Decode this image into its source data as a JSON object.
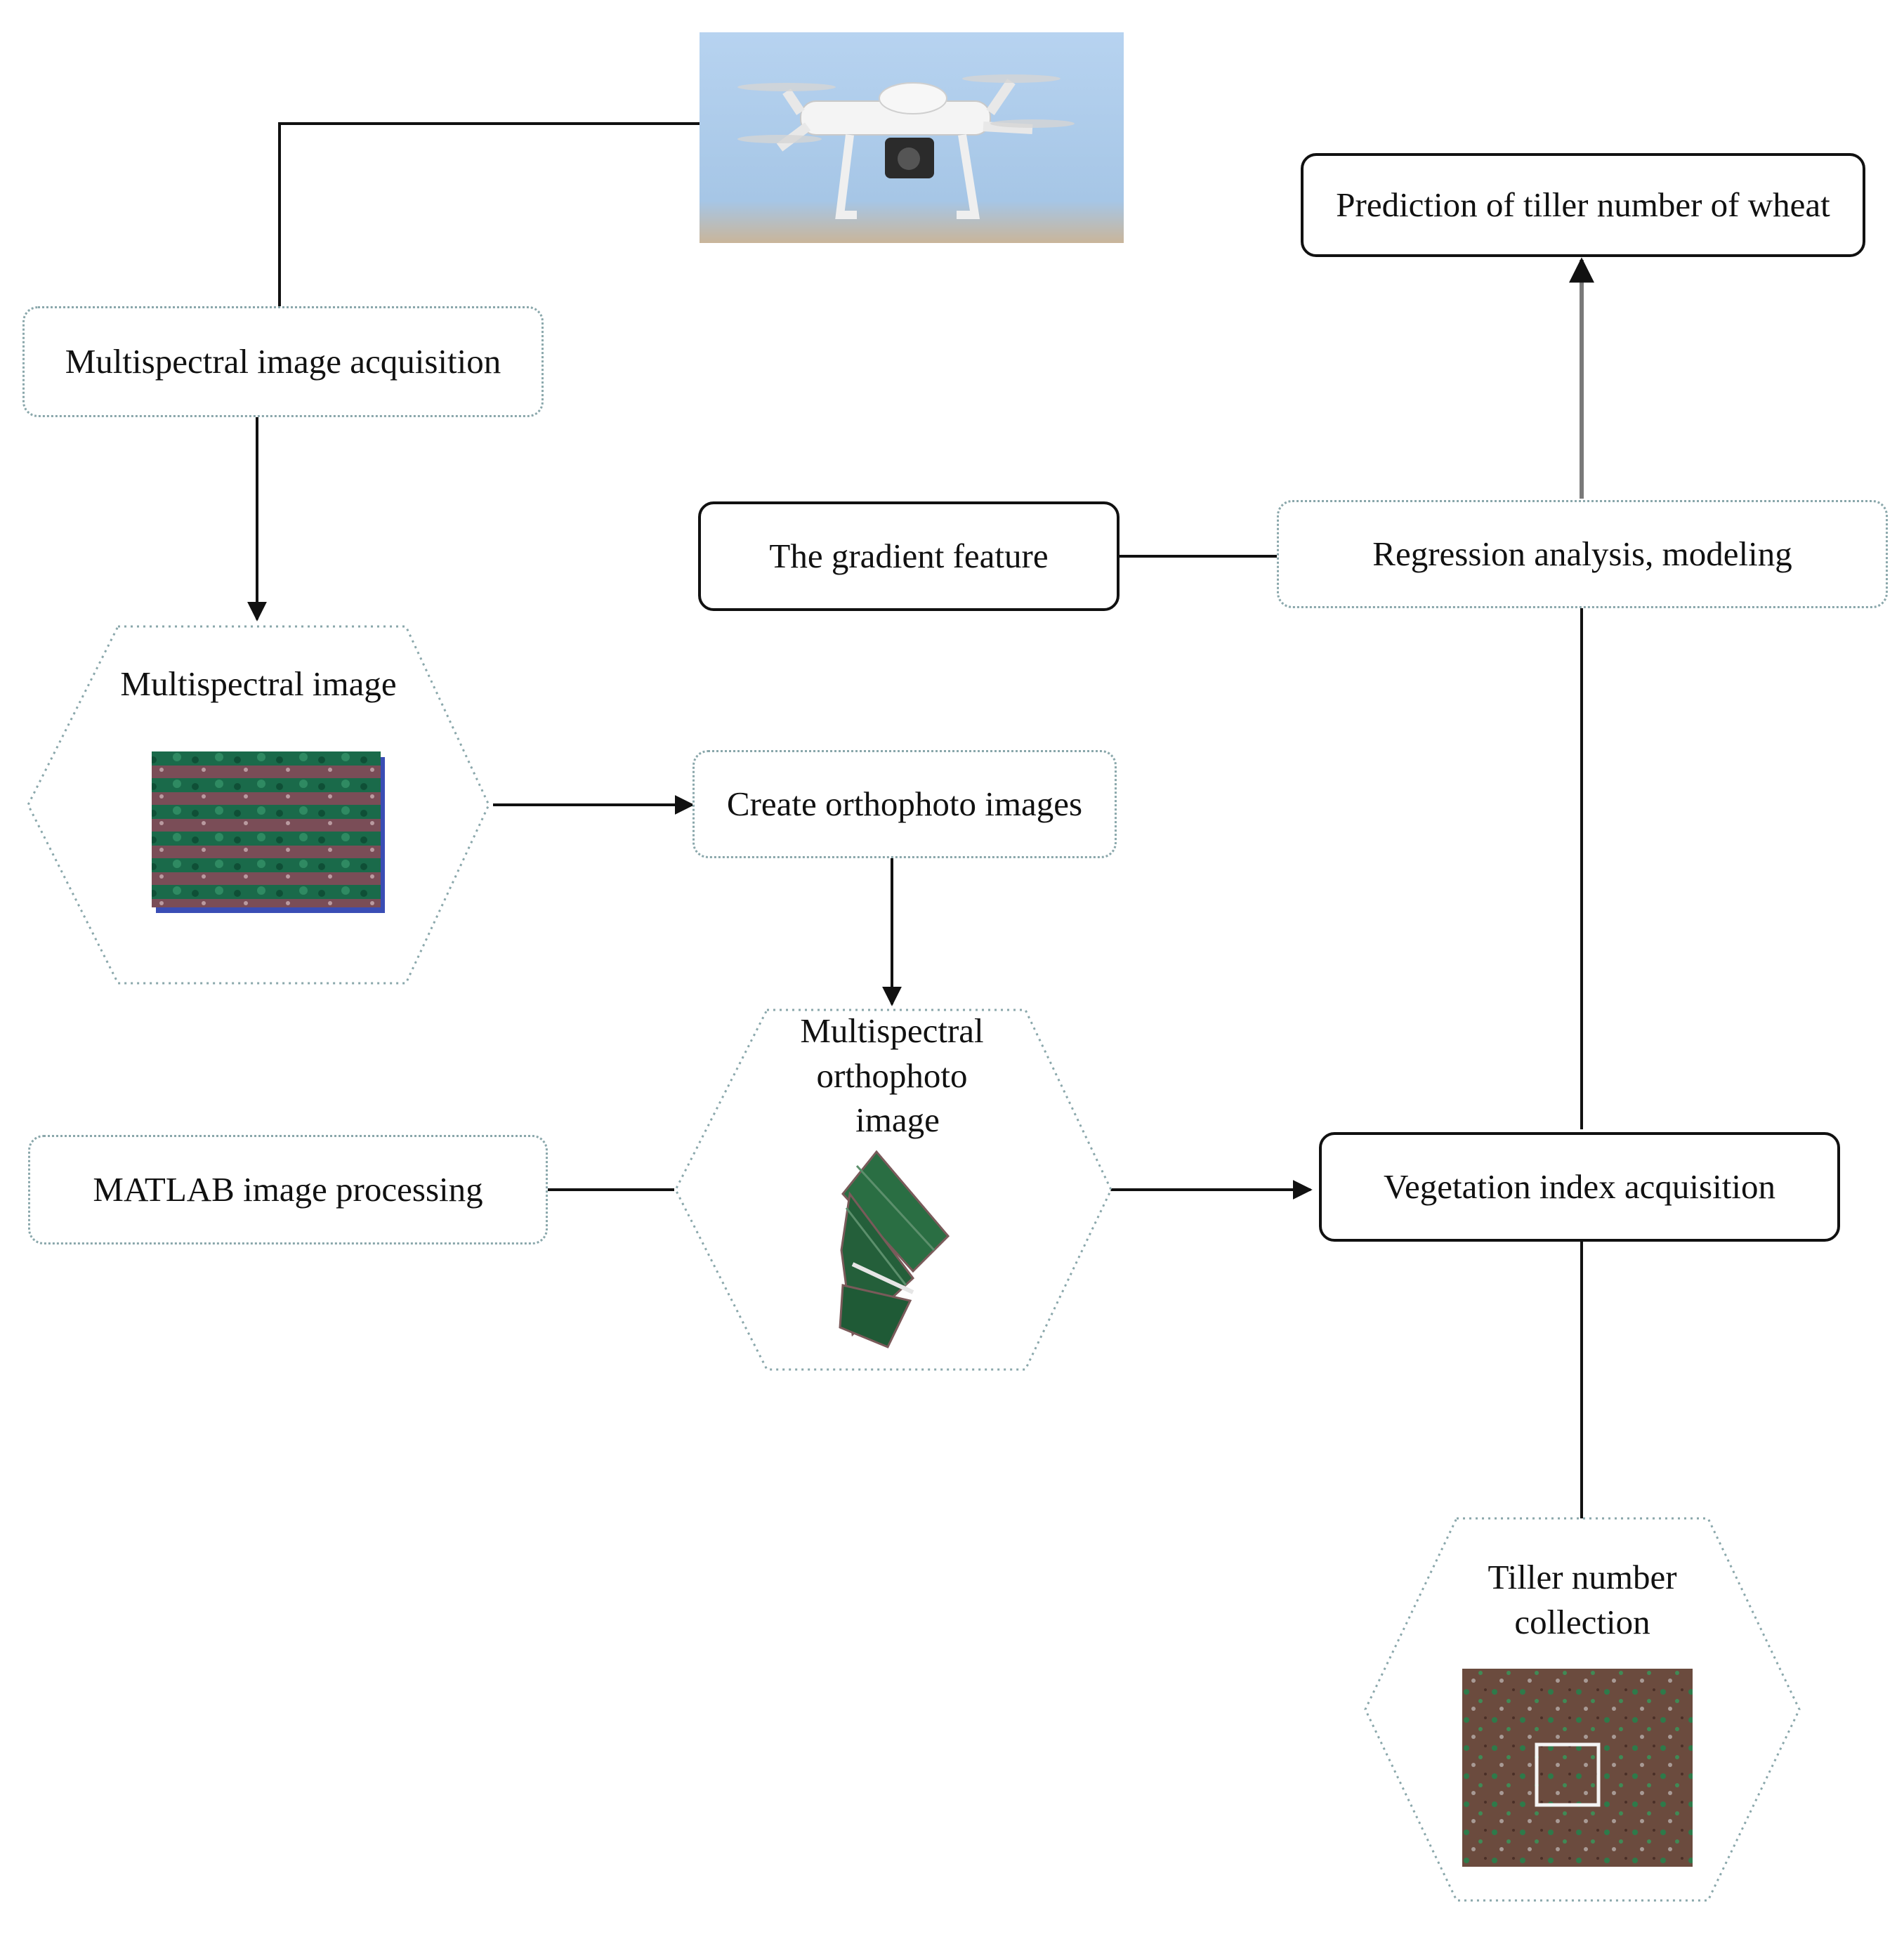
{
  "nodes": {
    "acquisition": "Multispectral image acquisition",
    "ms_image": "Multispectral image",
    "create_ortho": "Create orthophoto images",
    "ortho_image": [
      "Multispectral",
      "orthophoto",
      "image"
    ],
    "matlab": "MATLAB image processing",
    "gradient": "The gradient feature",
    "regression": "Regression analysis, modeling",
    "prediction": "Prediction of tiller number of wheat",
    "vegetation": "Vegetation index acquisition",
    "tiller": [
      "Tiller number",
      "collection"
    ]
  },
  "colors": {
    "line": "#111111",
    "gray_arrow": "#7a7a7a",
    "dotted_border": "#8aa7ab",
    "sky": "#a9c9ea",
    "field_green": "#1f6b45",
    "soil": "#6e4a3c"
  }
}
